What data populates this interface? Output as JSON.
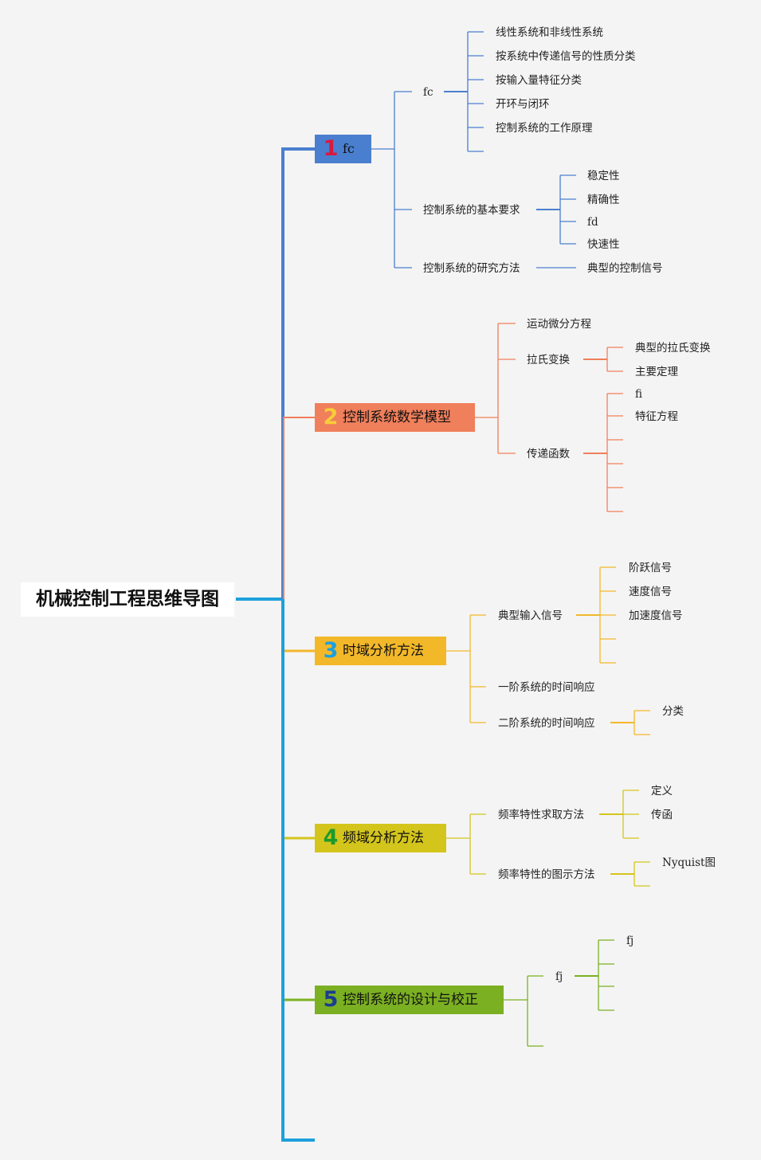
{
  "root": {
    "title": "机械控制工程思维导图"
  },
  "colors": {
    "blue_trunk": "#1da0dd",
    "b1": "#4a7fcf",
    "b2": "#f07f5b",
    "b3": "#f3b82a",
    "b4": "#d4c51c",
    "b5": "#7bb022"
  },
  "branches": [
    {
      "num": "1",
      "label": "fc",
      "children": [
        {
          "label": "fc",
          "children": [
            "线性系统和非线性系统",
            "按系统中传递信号的性质分类",
            "按输入量特征分类",
            "开环与闭环",
            "控制系统的工作原理"
          ]
        },
        {
          "label": "控制系统的基本要求",
          "children": [
            "稳定性",
            "精确性",
            "fd",
            "快速性"
          ]
        },
        {
          "label": "控制系统的研究方法",
          "children": [
            "典型的控制信号"
          ]
        }
      ]
    },
    {
      "num": "2",
      "label": "控制系统数学模型",
      "children": [
        {
          "label": "运动微分方程"
        },
        {
          "label": "拉氏变换",
          "children": [
            "典型的拉氏变换",
            "主要定理"
          ]
        },
        {
          "label": "传递函数",
          "children": [
            "fi",
            "特征方程"
          ]
        }
      ]
    },
    {
      "num": "3",
      "label": "时域分析方法",
      "children": [
        {
          "label": "典型输入信号",
          "children": [
            "阶跃信号",
            "速度信号",
            "加速度信号"
          ]
        },
        {
          "label": "一阶系统的时间响应"
        },
        {
          "label": "二阶系统的时间响应",
          "children": [
            "分类"
          ]
        }
      ]
    },
    {
      "num": "4",
      "label": "频域分析方法",
      "children": [
        {
          "label": "频率特性求取方法",
          "children": [
            "定义",
            "传函"
          ]
        },
        {
          "label": "频率特性的图示方法",
          "children": [
            "Nyquist图"
          ]
        }
      ]
    },
    {
      "num": "5",
      "label": "控制系统的设计与校正",
      "children": [
        {
          "label": "fj",
          "children": [
            "fj"
          ]
        }
      ]
    }
  ]
}
